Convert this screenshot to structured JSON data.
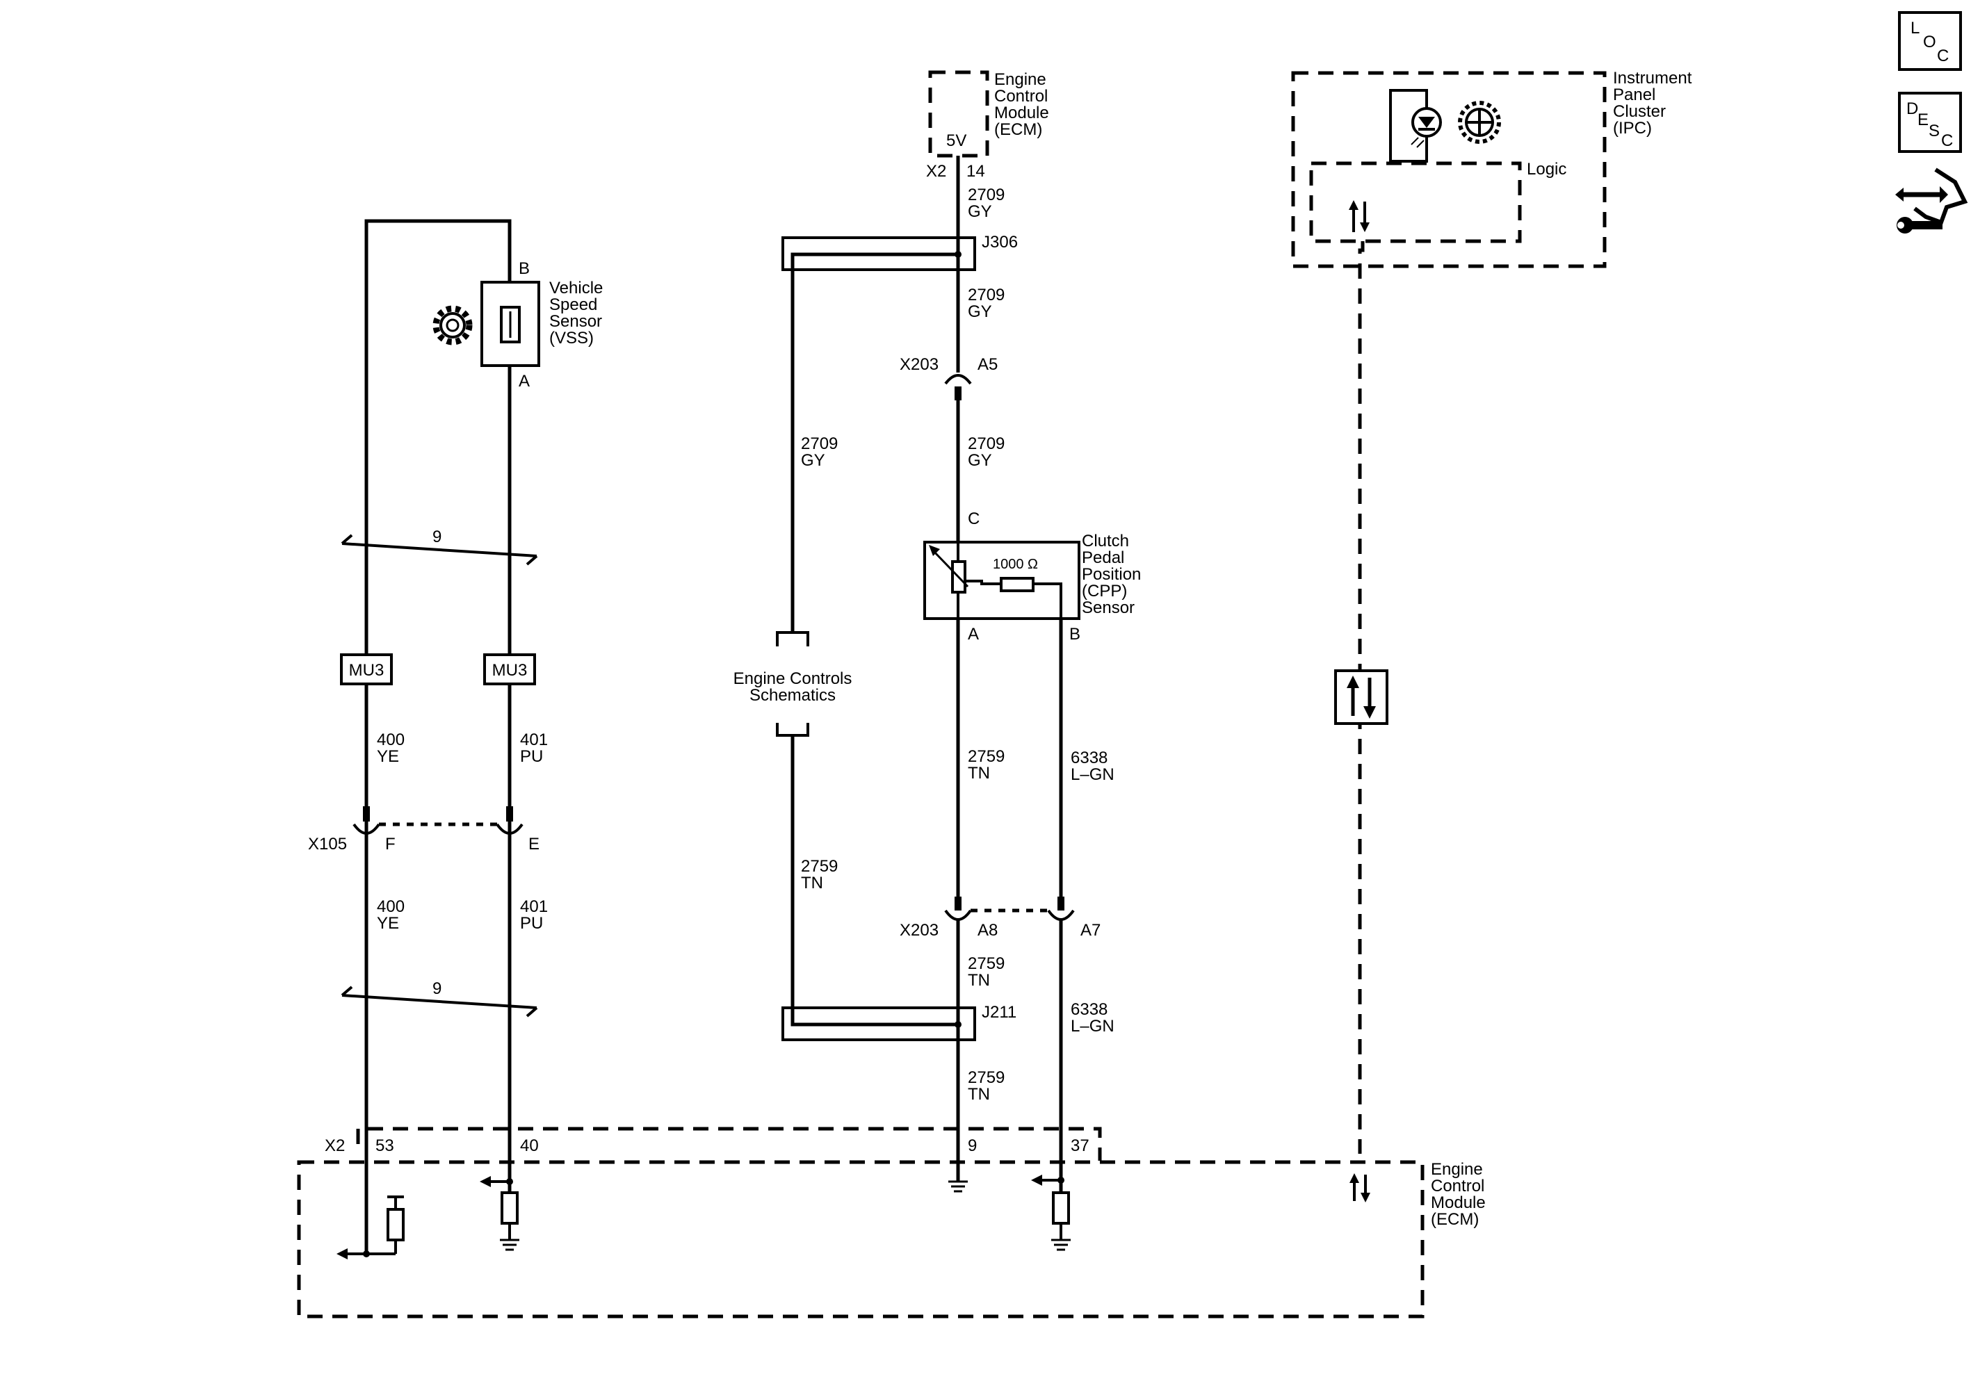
{
  "ecm_top": {
    "lines": [
      "Engine",
      "Control",
      "Module",
      "(ECM)"
    ],
    "voltage": "5V",
    "connector": "X2",
    "pin": "14"
  },
  "ecm_bottom": {
    "lines": [
      "Engine",
      "Control",
      "Module",
      "(ECM)"
    ],
    "connector": "X2",
    "pins": [
      "53",
      "40",
      "9",
      "37"
    ]
  },
  "ipc": {
    "lines": [
      "Instrument",
      "Panel",
      "Cluster",
      "(IPC)"
    ],
    "logic": "Logic"
  },
  "vss": {
    "lines": [
      "Vehicle",
      "Speed",
      "Sensor",
      "(VSS)"
    ],
    "pin_b": "B",
    "pin_a": "A"
  },
  "cpp": {
    "lines": [
      "Clutch",
      "Pedal",
      "Position",
      "(CPP)",
      "Sensor"
    ],
    "resistance": "1000 Ω",
    "pin_c": "C",
    "pin_a": "A",
    "pin_b": "B"
  },
  "engine_controls": [
    "Engine Controls",
    "Schematics"
  ],
  "splices": {
    "j306": "J306",
    "j211": "J211"
  },
  "connectors": {
    "x203": "X203",
    "x203_a5": "A5",
    "x203_a8": "A8",
    "x203_a7": "A7",
    "x105": "X105",
    "x105_f": "F",
    "x105_e": "E"
  },
  "wires": {
    "w2709": "2709",
    "gy": "GY",
    "w2759": "2759",
    "tn": "TN",
    "w6338": "6338",
    "lgn": "L–GN",
    "w400": "400",
    "ye": "YE",
    "w401": "401",
    "pu": "PU"
  },
  "mu3": "MU3",
  "break_count": "9",
  "side_icons": {
    "loc": [
      "L",
      "O",
      "C"
    ],
    "desc": [
      "D",
      "E",
      "S",
      "C"
    ]
  }
}
